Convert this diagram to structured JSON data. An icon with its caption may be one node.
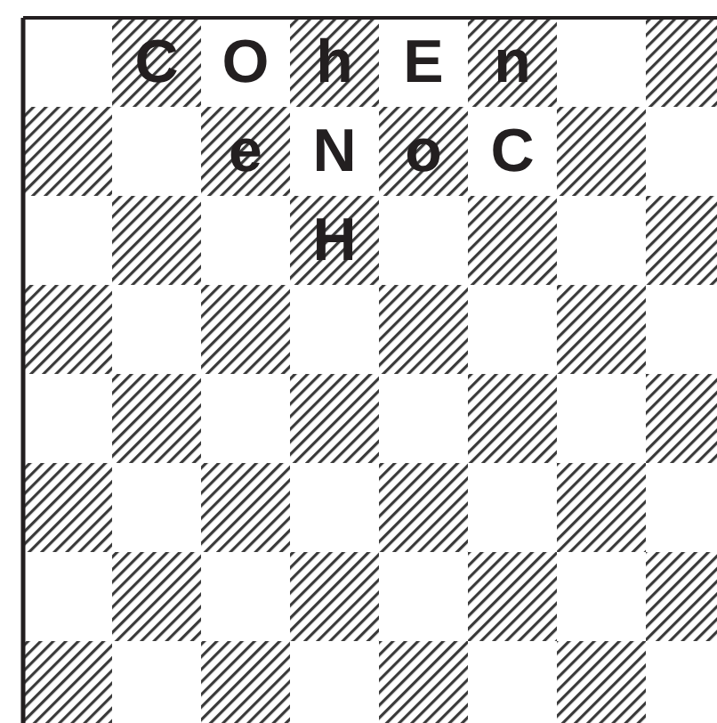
{
  "diagram": {
    "labels": [
      "C",
      "O",
      "h",
      "E",
      "n",
      "e",
      "N",
      "o",
      "C",
      "H"
    ]
  }
}
